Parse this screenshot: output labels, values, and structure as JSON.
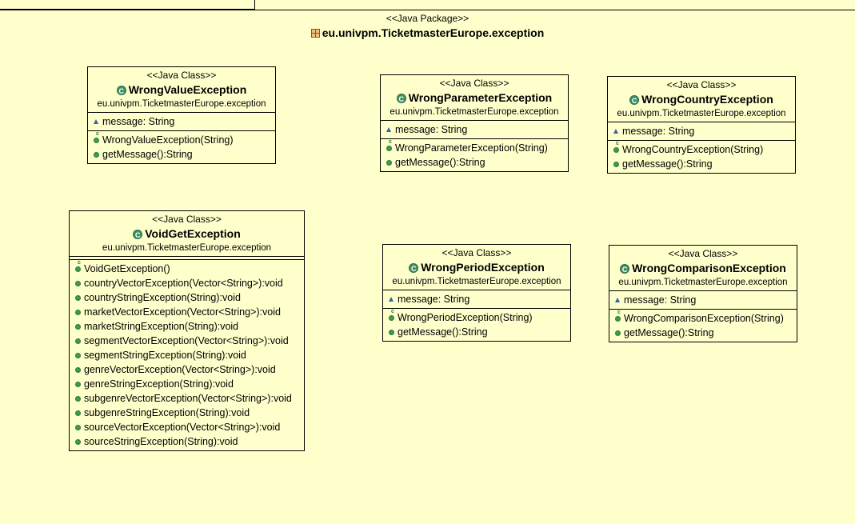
{
  "package": {
    "stereotype": "<<Java Package>>",
    "name": "eu.univpm.TicketmasterEurope.exception",
    "icon": "package-icon"
  },
  "classes": {
    "wrong_value": {
      "stereotype": "<<Java Class>>",
      "name": "WrongValueException",
      "pkg": "eu.univpm.TicketmasterEurope.exception",
      "attrs": [
        "message: String"
      ],
      "ops": [
        "WrongValueException(String)",
        "getMessage():String"
      ]
    },
    "wrong_parameter": {
      "stereotype": "<<Java Class>>",
      "name": "WrongParameterException",
      "pkg": "eu.univpm.TicketmasterEurope.exception",
      "attrs": [
        "message: String"
      ],
      "ops": [
        "WrongParameterException(String)",
        "getMessage():String"
      ]
    },
    "wrong_country": {
      "stereotype": "<<Java Class>>",
      "name": "WrongCountryException",
      "pkg": "eu.univpm.TicketmasterEurope.exception",
      "attrs": [
        "message: String"
      ],
      "ops": [
        "WrongCountryException(String)",
        "getMessage():String"
      ]
    },
    "void_get": {
      "stereotype": "<<Java Class>>",
      "name": "VoidGetException",
      "pkg": "eu.univpm.TicketmasterEurope.exception",
      "attrs": [],
      "ops": [
        "VoidGetException()",
        "countryVectorException(Vector<String>):void",
        "countryStringException(String):void",
        "marketVectorException(Vector<String>):void",
        "marketStringException(String):void",
        "segmentVectorException(Vector<String>):void",
        "segmentStringException(String):void",
        "genreVectorException(Vector<String>):void",
        "genreStringException(String):void",
        "subgenreVectorException(Vector<String>):void",
        "subgenreStringException(String):void",
        "sourceVectorException(Vector<String>):void",
        "sourceStringException(String):void"
      ]
    },
    "wrong_period": {
      "stereotype": "<<Java Class>>",
      "name": "WrongPeriodException",
      "pkg": "eu.univpm.TicketmasterEurope.exception",
      "attrs": [
        "message: String"
      ],
      "ops": [
        "WrongPeriodException(String)",
        "getMessage():String"
      ]
    },
    "wrong_comparison": {
      "stereotype": "<<Java Class>>",
      "name": "WrongComparisonException",
      "pkg": "eu.univpm.TicketmasterEurope.exception",
      "attrs": [
        "message: String"
      ],
      "ops": [
        "WrongComparisonException(String)",
        "getMessage():String"
      ]
    }
  },
  "colors": {
    "background": "#ffffcc",
    "class_icon": "#3f8f62",
    "attribute_icon": "#2f62a8",
    "method_icon": "#3f9a52"
  }
}
